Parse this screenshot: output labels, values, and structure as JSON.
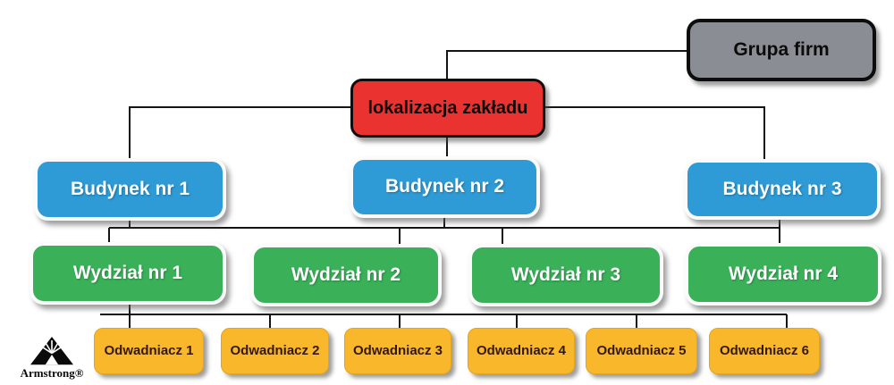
{
  "diagram": {
    "nodes": {
      "group": {
        "label": "Grupa firm",
        "color": "#8A8D93"
      },
      "location": {
        "label": "lokalizacja zakładu",
        "color": "#EA3330"
      },
      "buildings": [
        {
          "label": "Budynek nr 1"
        },
        {
          "label": "Budynek nr 2"
        },
        {
          "label": "Budynek nr 3"
        }
      ],
      "buildings_color": "#2E9BD6",
      "departments": [
        {
          "label": "Wydział nr 1"
        },
        {
          "label": "Wydział nr 2"
        },
        {
          "label": "Wydział nr 3"
        },
        {
          "label": "Wydział nr 4"
        }
      ],
      "departments_color": "#3AB159",
      "drains": [
        {
          "label": "Odwadniacz 1"
        },
        {
          "label": "Odwadniacz 2"
        },
        {
          "label": "Odwadniacz 3"
        },
        {
          "label": "Odwadniacz 4"
        },
        {
          "label": "Odwadniacz 5"
        },
        {
          "label": "Odwadniacz 6"
        }
      ],
      "drains_color": "#F9B72C"
    },
    "connector_color": "#141414",
    "background_color": "#FFFFFF"
  },
  "logo": {
    "text": "Armstrong®"
  }
}
